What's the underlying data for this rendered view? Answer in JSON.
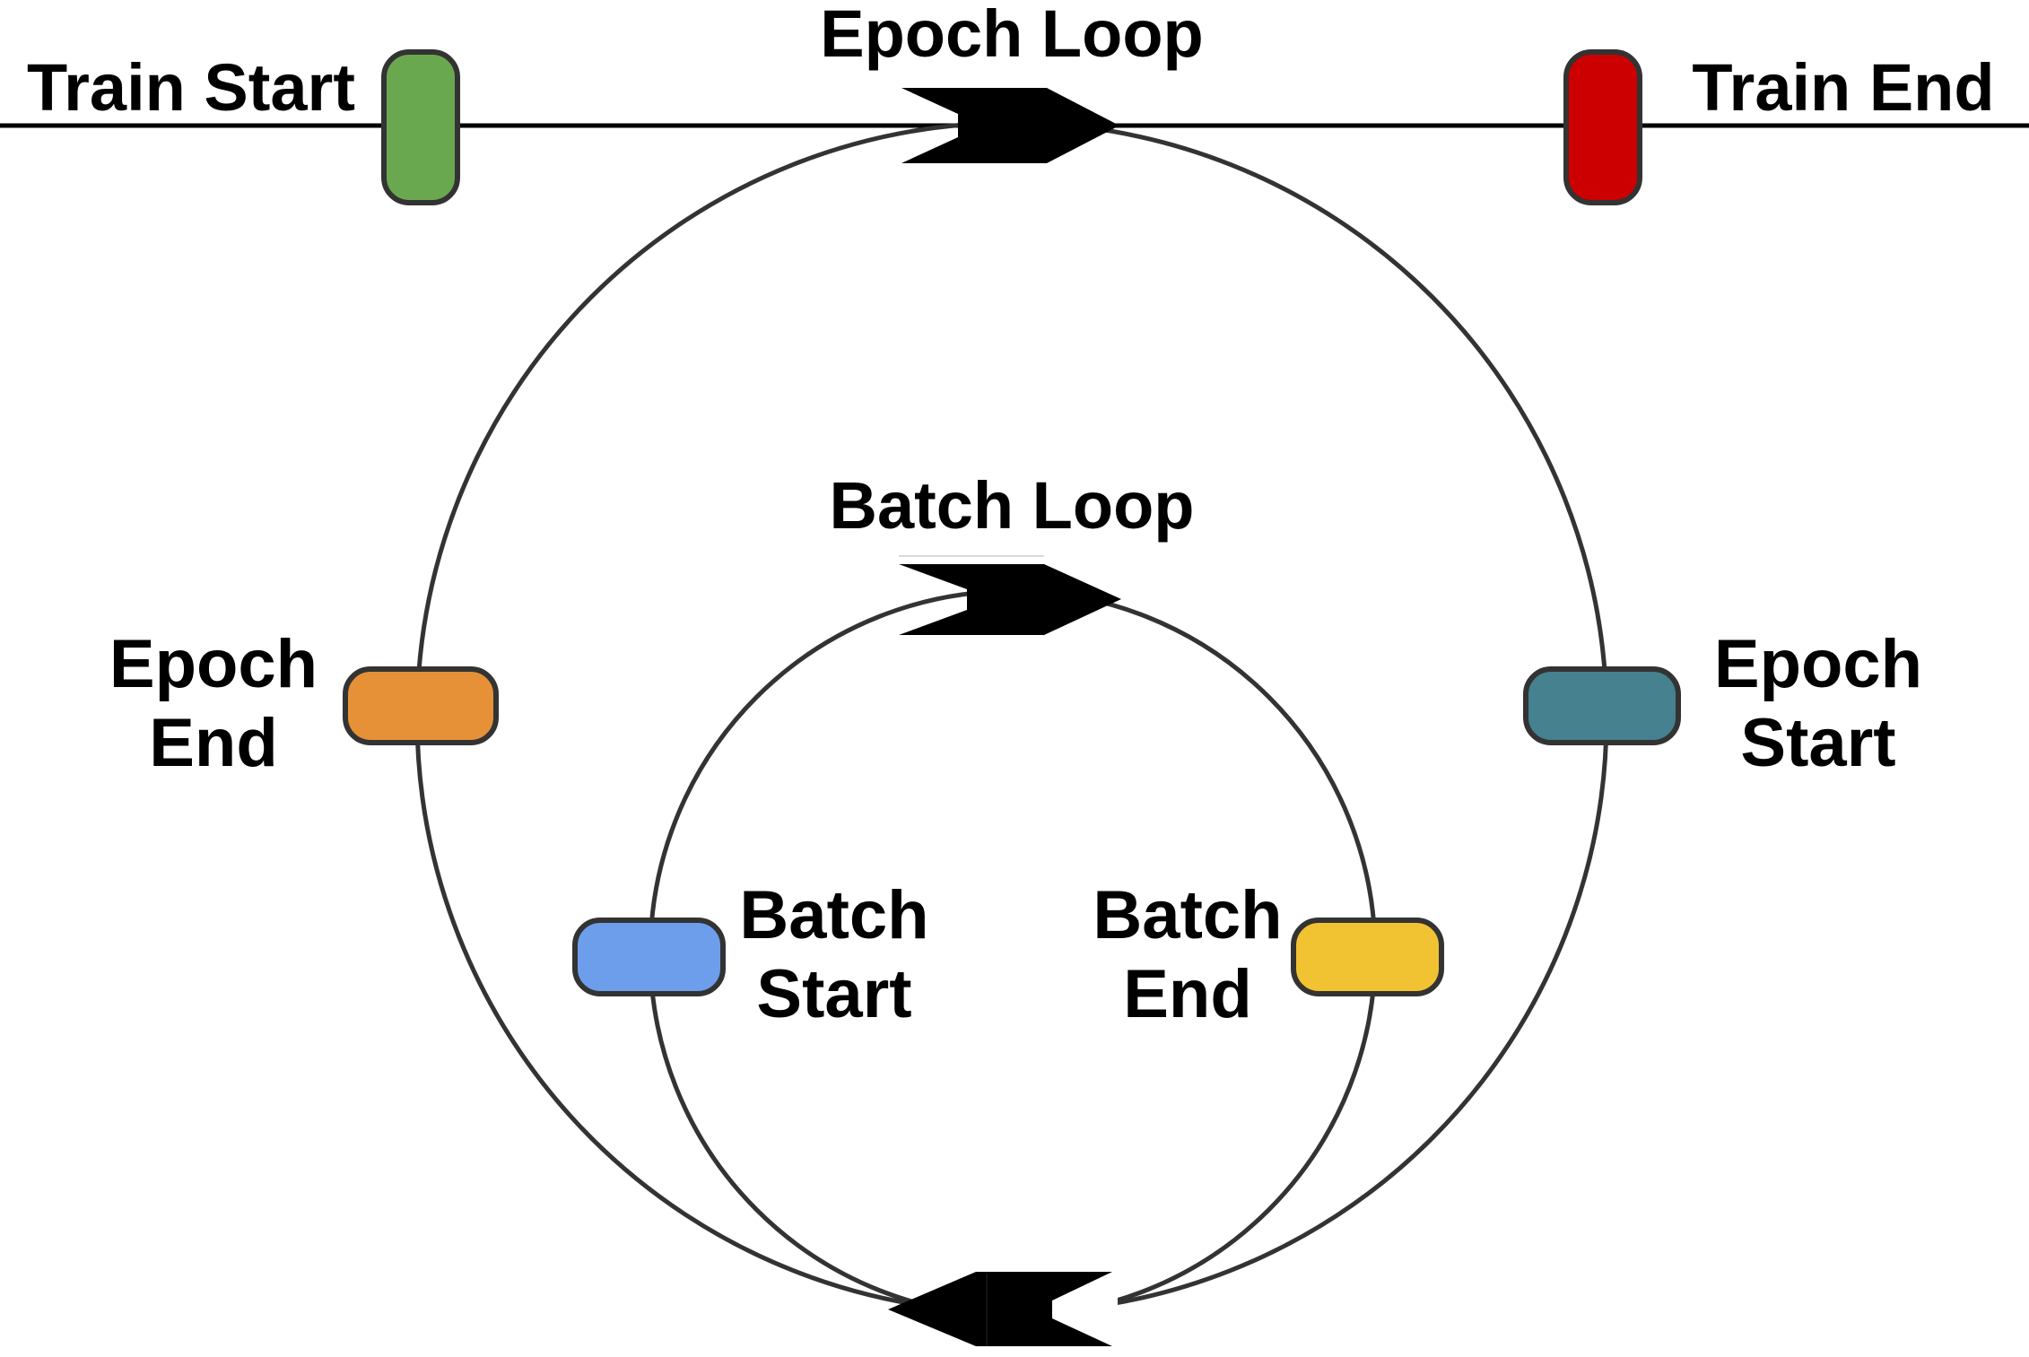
{
  "timeline": {
    "train_start": "Train Start",
    "train_end": "Train End"
  },
  "epoch_loop": {
    "title": "Epoch Loop",
    "start_line1": "Epoch",
    "start_line2": "Start",
    "end_line1": "Epoch",
    "end_line2": "End"
  },
  "batch_loop": {
    "title": "Batch Loop",
    "start_line1": "Batch",
    "start_line2": "Start",
    "end_line1": "Batch",
    "end_line2": "End"
  },
  "colors": {
    "train_start": "#6aa84f",
    "train_end": "#cc0000",
    "epoch_start": "#45818e",
    "epoch_end": "#e69138",
    "batch_start": "#6d9eeb",
    "batch_end": "#f1c232",
    "outline": "#333333"
  }
}
